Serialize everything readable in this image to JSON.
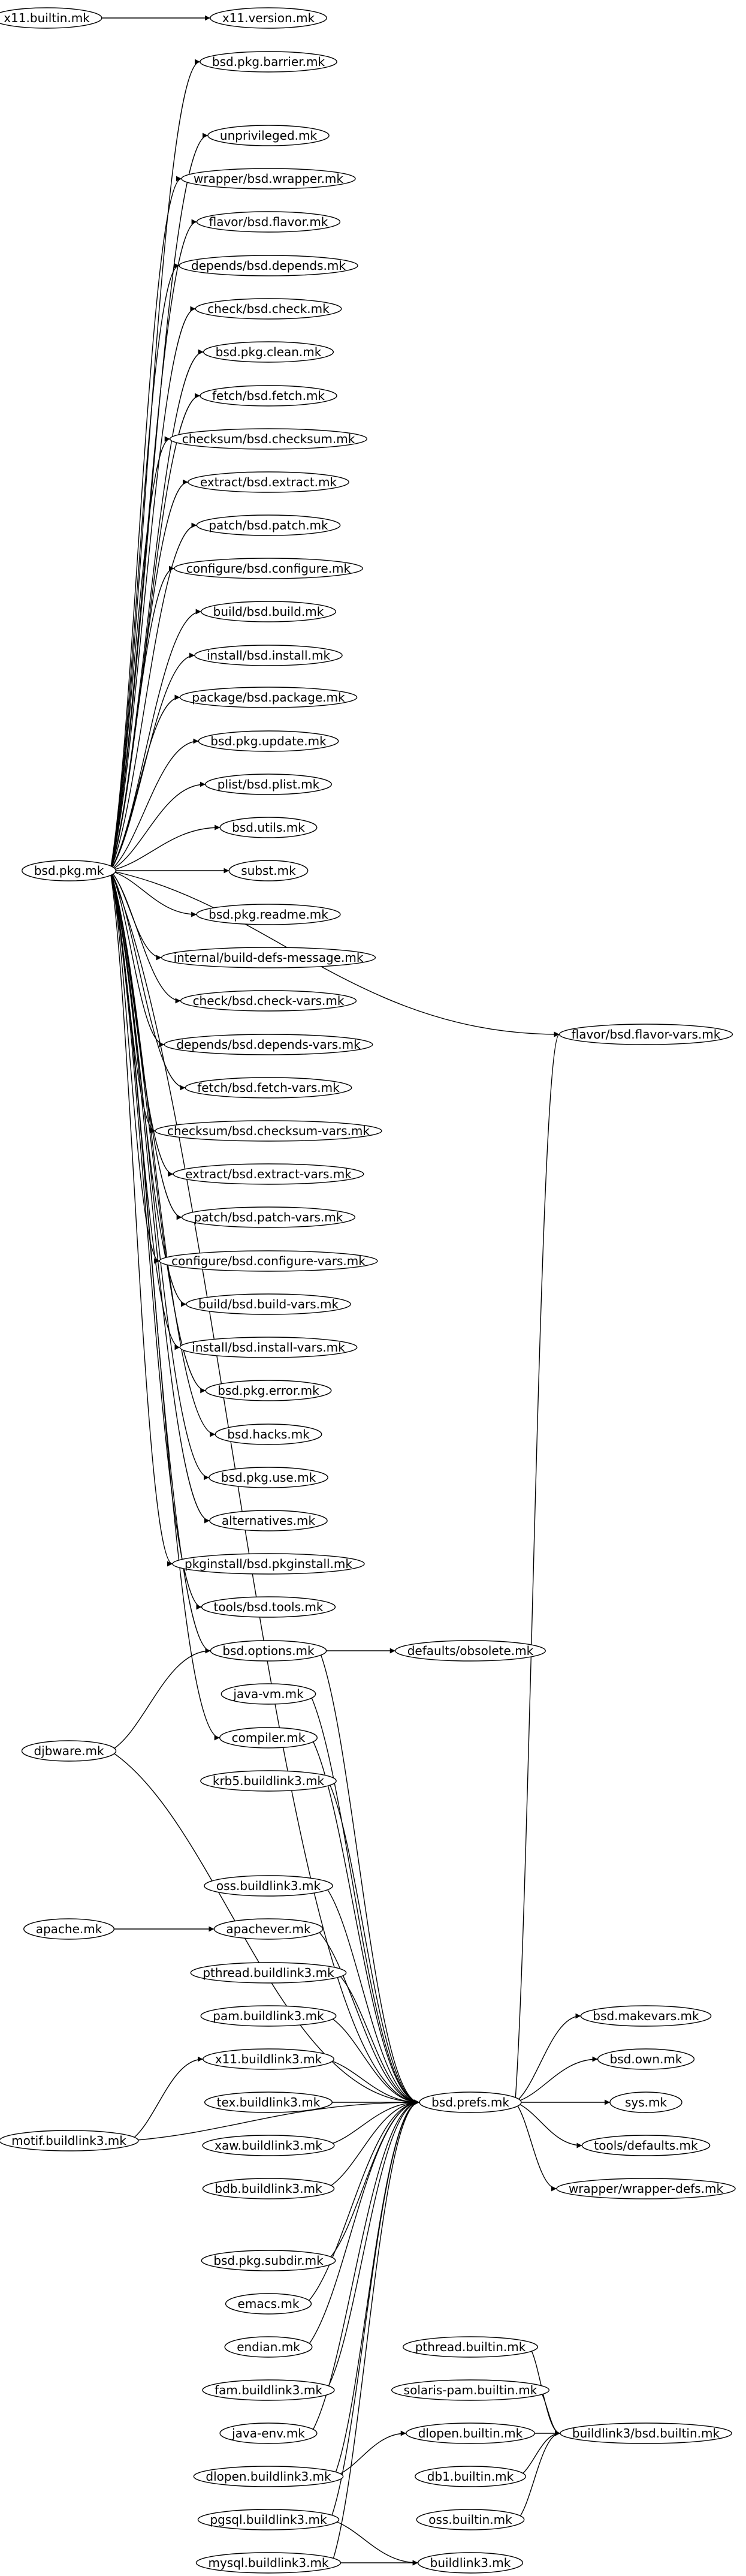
{
  "diagram": {
    "type": "directed-graph",
    "nodes": [
      {
        "id": "x11_builtin",
        "label": "x11.builtin.mk"
      },
      {
        "id": "x11_version",
        "label": "x11.version.mk"
      },
      {
        "id": "bsd_pkg",
        "label": "bsd.pkg.mk"
      },
      {
        "id": "bsd_pkg_barrier",
        "label": "bsd.pkg.barrier.mk"
      },
      {
        "id": "unprivileged",
        "label": "unprivileged.mk"
      },
      {
        "id": "wrapper_bsd_wrapper",
        "label": "wrapper/bsd.wrapper.mk"
      },
      {
        "id": "flavor_bsd_flavor",
        "label": "flavor/bsd.flavor.mk"
      },
      {
        "id": "depends_bsd_depends",
        "label": "depends/bsd.depends.mk"
      },
      {
        "id": "check_bsd_check",
        "label": "check/bsd.check.mk"
      },
      {
        "id": "bsd_pkg_clean",
        "label": "bsd.pkg.clean.mk"
      },
      {
        "id": "fetch_bsd_fetch",
        "label": "fetch/bsd.fetch.mk"
      },
      {
        "id": "checksum_bsd_checksum",
        "label": "checksum/bsd.checksum.mk"
      },
      {
        "id": "extract_bsd_extract",
        "label": "extract/bsd.extract.mk"
      },
      {
        "id": "patch_bsd_patch",
        "label": "patch/bsd.patch.mk"
      },
      {
        "id": "configure_bsd_configure",
        "label": "configure/bsd.configure.mk"
      },
      {
        "id": "build_bsd_build",
        "label": "build/bsd.build.mk"
      },
      {
        "id": "install_bsd_install",
        "label": "install/bsd.install.mk"
      },
      {
        "id": "package_bsd_package",
        "label": "package/bsd.package.mk"
      },
      {
        "id": "bsd_pkg_update",
        "label": "bsd.pkg.update.mk"
      },
      {
        "id": "plist_bsd_plist",
        "label": "plist/bsd.plist.mk"
      },
      {
        "id": "bsd_utils",
        "label": "bsd.utils.mk"
      },
      {
        "id": "subst",
        "label": "subst.mk"
      },
      {
        "id": "bsd_pkg_readme",
        "label": "bsd.pkg.readme.mk"
      },
      {
        "id": "internal_build_defs",
        "label": "internal/build-defs-message.mk"
      },
      {
        "id": "check_bsd_check_vars",
        "label": "check/bsd.check-vars.mk"
      },
      {
        "id": "depends_bsd_depends_vars",
        "label": "depends/bsd.depends-vars.mk"
      },
      {
        "id": "fetch_bsd_fetch_vars",
        "label": "fetch/bsd.fetch-vars.mk"
      },
      {
        "id": "checksum_bsd_checksum_vars",
        "label": "checksum/bsd.checksum-vars.mk"
      },
      {
        "id": "extract_bsd_extract_vars",
        "label": "extract/bsd.extract-vars.mk"
      },
      {
        "id": "patch_bsd_patch_vars",
        "label": "patch/bsd.patch-vars.mk"
      },
      {
        "id": "configure_bsd_configure_vars",
        "label": "configure/bsd.configure-vars.mk"
      },
      {
        "id": "build_bsd_build_vars",
        "label": "build/bsd.build-vars.mk"
      },
      {
        "id": "install_bsd_install_vars",
        "label": "install/bsd.install-vars.mk"
      },
      {
        "id": "bsd_pkg_error",
        "label": "bsd.pkg.error.mk"
      },
      {
        "id": "bsd_hacks",
        "label": "bsd.hacks.mk"
      },
      {
        "id": "bsd_pkg_use",
        "label": "bsd.pkg.use.mk"
      },
      {
        "id": "alternatives",
        "label": "alternatives.mk"
      },
      {
        "id": "pkginstall_bsd_pkginstall",
        "label": "pkginstall/bsd.pkginstall.mk"
      },
      {
        "id": "tools_bsd_tools",
        "label": "tools/bsd.tools.mk"
      },
      {
        "id": "flavor_bsd_flavor_vars",
        "label": "flavor/bsd.flavor-vars.mk"
      },
      {
        "id": "bsd_options",
        "label": "bsd.options.mk"
      },
      {
        "id": "defaults_obsolete",
        "label": "defaults/obsolete.mk"
      },
      {
        "id": "java_vm",
        "label": "java-vm.mk"
      },
      {
        "id": "djbware",
        "label": "djbware.mk"
      },
      {
        "id": "compiler",
        "label": "compiler.mk"
      },
      {
        "id": "krb5_buildlink3",
        "label": "krb5.buildlink3.mk"
      },
      {
        "id": "oss_buildlink3",
        "label": "oss.buildlink3.mk"
      },
      {
        "id": "apache",
        "label": "apache.mk"
      },
      {
        "id": "apachever",
        "label": "apachever.mk"
      },
      {
        "id": "pthread_buildlink3",
        "label": "pthread.buildlink3.mk"
      },
      {
        "id": "pam_buildlink3",
        "label": "pam.buildlink3.mk"
      },
      {
        "id": "bsd_makevars",
        "label": "bsd.makevars.mk"
      },
      {
        "id": "x11_buildlink3",
        "label": "x11.buildlink3.mk"
      },
      {
        "id": "bsd_own",
        "label": "bsd.own.mk"
      },
      {
        "id": "tex_buildlink3",
        "label": "tex.buildlink3.mk"
      },
      {
        "id": "bsd_prefs",
        "label": "bsd.prefs.mk"
      },
      {
        "id": "sys",
        "label": "sys.mk"
      },
      {
        "id": "motif_buildlink3",
        "label": "motif.buildlink3.mk"
      },
      {
        "id": "xaw_buildlink3",
        "label": "xaw.buildlink3.mk"
      },
      {
        "id": "tools_defaults",
        "label": "tools/defaults.mk"
      },
      {
        "id": "bdb_buildlink3",
        "label": "bdb.buildlink3.mk"
      },
      {
        "id": "wrapper_wrapper_defs",
        "label": "wrapper/wrapper-defs.mk"
      },
      {
        "id": "bsd_pkg_subdir",
        "label": "bsd.pkg.subdir.mk"
      },
      {
        "id": "emacs",
        "label": "emacs.mk"
      },
      {
        "id": "endian",
        "label": "endian.mk"
      },
      {
        "id": "pthread_builtin",
        "label": "pthread.builtin.mk"
      },
      {
        "id": "fam_buildlink3",
        "label": "fam.buildlink3.mk"
      },
      {
        "id": "solaris_pam_builtin",
        "label": "solaris-pam.builtin.mk"
      },
      {
        "id": "java_env",
        "label": "java-env.mk"
      },
      {
        "id": "dlopen_builtin",
        "label": "dlopen.builtin.mk"
      },
      {
        "id": "buildlink3_bsd_builtin",
        "label": "buildlink3/bsd.builtin.mk"
      },
      {
        "id": "dlopen_buildlink3",
        "label": "dlopen.buildlink3.mk"
      },
      {
        "id": "db1_builtin",
        "label": "db1.builtin.mk"
      },
      {
        "id": "pgsql_buildlink3",
        "label": "pgsql.buildlink3.mk"
      },
      {
        "id": "oss_builtin",
        "label": "oss.builtin.mk"
      },
      {
        "id": "mysql_buildlink3",
        "label": "mysql.buildlink3.mk"
      },
      {
        "id": "buildlink3",
        "label": "buildlink3.mk"
      }
    ],
    "edges": [
      [
        "x11_builtin",
        "x11_version"
      ],
      [
        "bsd_pkg",
        "bsd_pkg_barrier"
      ],
      [
        "bsd_pkg",
        "unprivileged"
      ],
      [
        "bsd_pkg",
        "wrapper_bsd_wrapper"
      ],
      [
        "bsd_pkg",
        "flavor_bsd_flavor"
      ],
      [
        "bsd_pkg",
        "depends_bsd_depends"
      ],
      [
        "bsd_pkg",
        "check_bsd_check"
      ],
      [
        "bsd_pkg",
        "bsd_pkg_clean"
      ],
      [
        "bsd_pkg",
        "fetch_bsd_fetch"
      ],
      [
        "bsd_pkg",
        "checksum_bsd_checksum"
      ],
      [
        "bsd_pkg",
        "extract_bsd_extract"
      ],
      [
        "bsd_pkg",
        "patch_bsd_patch"
      ],
      [
        "bsd_pkg",
        "configure_bsd_configure"
      ],
      [
        "bsd_pkg",
        "build_bsd_build"
      ],
      [
        "bsd_pkg",
        "install_bsd_install"
      ],
      [
        "bsd_pkg",
        "package_bsd_package"
      ],
      [
        "bsd_pkg",
        "bsd_pkg_update"
      ],
      [
        "bsd_pkg",
        "plist_bsd_plist"
      ],
      [
        "bsd_pkg",
        "bsd_utils"
      ],
      [
        "bsd_pkg",
        "subst"
      ],
      [
        "bsd_pkg",
        "bsd_pkg_readme"
      ],
      [
        "bsd_pkg",
        "internal_build_defs"
      ],
      [
        "bsd_pkg",
        "check_bsd_check_vars"
      ],
      [
        "bsd_pkg",
        "depends_bsd_depends_vars"
      ],
      [
        "bsd_pkg",
        "fetch_bsd_fetch_vars"
      ],
      [
        "bsd_pkg",
        "checksum_bsd_checksum_vars"
      ],
      [
        "bsd_pkg",
        "extract_bsd_extract_vars"
      ],
      [
        "bsd_pkg",
        "patch_bsd_patch_vars"
      ],
      [
        "bsd_pkg",
        "configure_bsd_configure_vars"
      ],
      [
        "bsd_pkg",
        "build_bsd_build_vars"
      ],
      [
        "bsd_pkg",
        "install_bsd_install_vars"
      ],
      [
        "bsd_pkg",
        "bsd_pkg_error"
      ],
      [
        "bsd_pkg",
        "bsd_hacks"
      ],
      [
        "bsd_pkg",
        "bsd_pkg_use"
      ],
      [
        "bsd_pkg",
        "alternatives"
      ],
      [
        "bsd_pkg",
        "pkginstall_bsd_pkginstall"
      ],
      [
        "bsd_pkg",
        "tools_bsd_tools"
      ],
      [
        "bsd_pkg",
        "flavor_bsd_flavor_vars"
      ],
      [
        "bsd_pkg",
        "bsd_options"
      ],
      [
        "bsd_pkg",
        "compiler"
      ],
      [
        "bsd_pkg",
        "bsd_prefs"
      ],
      [
        "bsd_options",
        "defaults_obsolete"
      ],
      [
        "bsd_options",
        "bsd_prefs"
      ],
      [
        "java_vm",
        "bsd_prefs"
      ],
      [
        "djbware",
        "bsd_options"
      ],
      [
        "djbware",
        "bsd_prefs"
      ],
      [
        "compiler",
        "bsd_prefs"
      ],
      [
        "krb5_buildlink3",
        "bsd_prefs"
      ],
      [
        "oss_buildlink3",
        "bsd_prefs"
      ],
      [
        "apache",
        "apachever"
      ],
      [
        "apachever",
        "bsd_prefs"
      ],
      [
        "pthread_buildlink3",
        "bsd_prefs"
      ],
      [
        "pam_buildlink3",
        "bsd_prefs"
      ],
      [
        "x11_buildlink3",
        "bsd_prefs"
      ],
      [
        "tex_buildlink3",
        "bsd_prefs"
      ],
      [
        "motif_buildlink3",
        "x11_buildlink3"
      ],
      [
        "motif_buildlink3",
        "bsd_prefs"
      ],
      [
        "xaw_buildlink3",
        "bsd_prefs"
      ],
      [
        "bdb_buildlink3",
        "bsd_prefs"
      ],
      [
        "bsd_pkg_subdir",
        "bsd_prefs"
      ],
      [
        "emacs",
        "bsd_prefs"
      ],
      [
        "endian",
        "bsd_prefs"
      ],
      [
        "fam_buildlink3",
        "bsd_prefs"
      ],
      [
        "java_env",
        "bsd_prefs"
      ],
      [
        "dlopen_buildlink3",
        "dlopen_builtin"
      ],
      [
        "dlopen_buildlink3",
        "bsd_prefs"
      ],
      [
        "pgsql_buildlink3",
        "bsd_prefs"
      ],
      [
        "pgsql_buildlink3",
        "buildlink3"
      ],
      [
        "mysql_buildlink3",
        "bsd_prefs"
      ],
      [
        "mysql_buildlink3",
        "buildlink3"
      ],
      [
        "bsd_prefs",
        "bsd_makevars"
      ],
      [
        "bsd_prefs",
        "bsd_own"
      ],
      [
        "bsd_prefs",
        "sys"
      ],
      [
        "bsd_prefs",
        "tools_defaults"
      ],
      [
        "bsd_prefs",
        "wrapper_wrapper_defs"
      ],
      [
        "bsd_prefs",
        "flavor_bsd_flavor_vars"
      ],
      [
        "pthread_builtin",
        "buildlink3_bsd_builtin"
      ],
      [
        "solaris_pam_builtin",
        "buildlink3_bsd_builtin"
      ],
      [
        "dlopen_builtin",
        "buildlink3_bsd_builtin"
      ],
      [
        "db1_builtin",
        "buildlink3_bsd_builtin"
      ],
      [
        "oss_builtin",
        "buildlink3_bsd_builtin"
      ]
    ]
  }
}
